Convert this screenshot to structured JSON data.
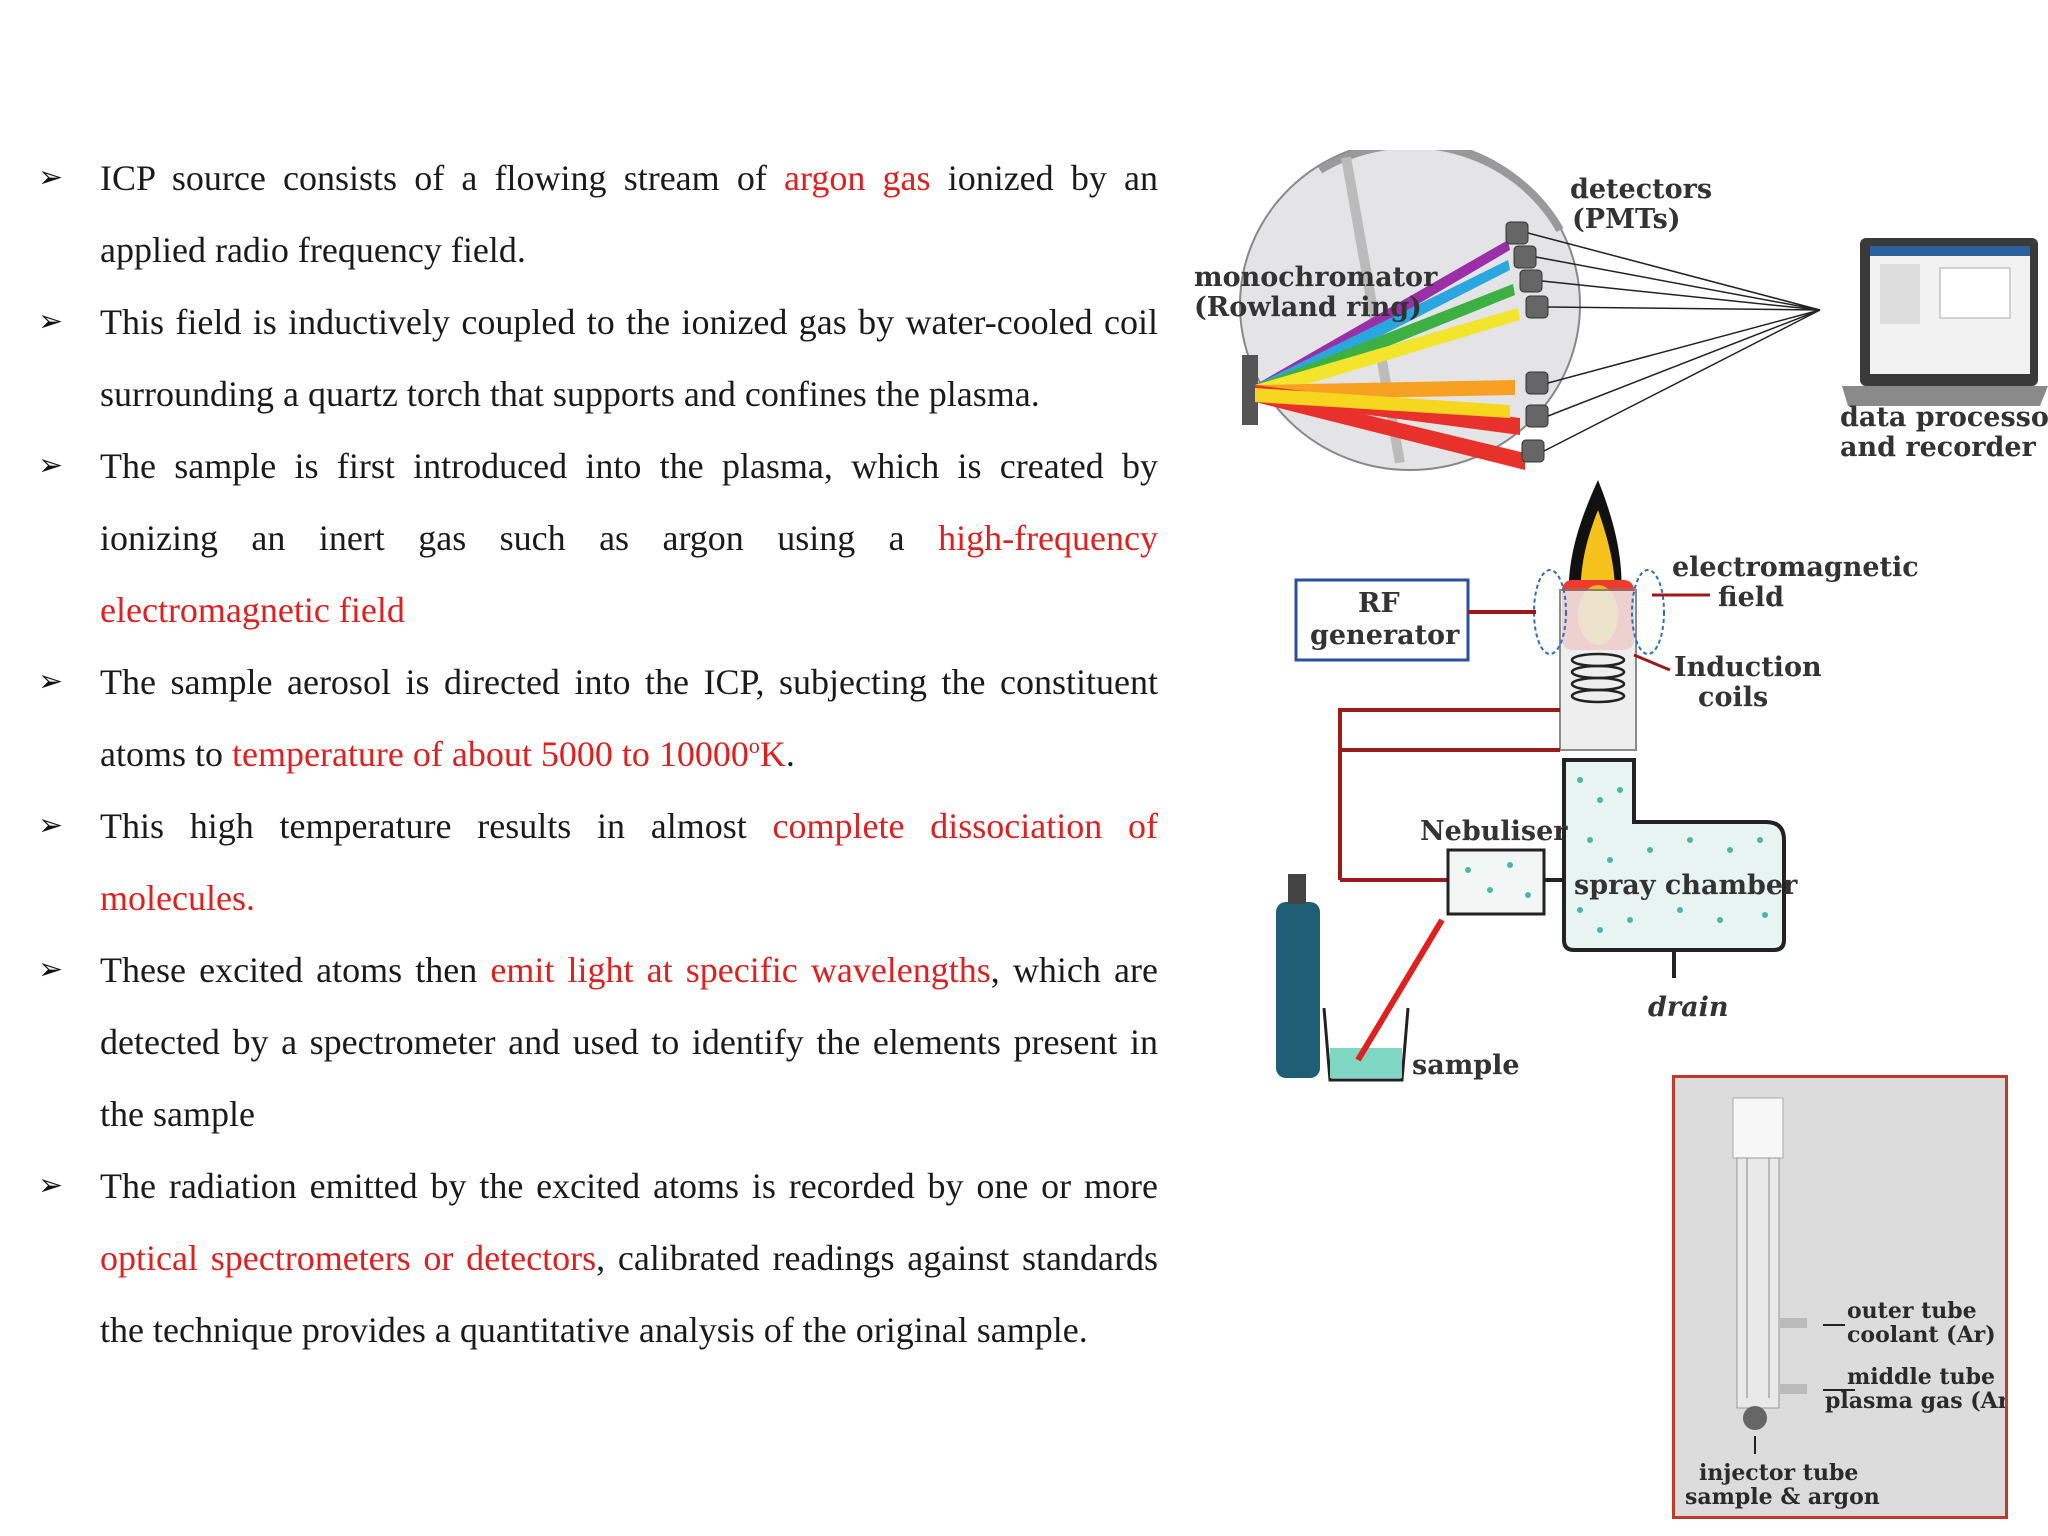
{
  "bullets": [
    {
      "segments": [
        {
          "text": "ICP source consists of a flowing stream of ",
          "red": false
        },
        {
          "text": "argon gas",
          "red": true
        },
        {
          "text": " ionized by an applied radio frequency field.",
          "red": false
        }
      ]
    },
    {
      "segments": [
        {
          "text": "This field is inductively coupled to the ionized gas by water-cooled coil surrounding a quartz torch that supports and confines the plasma.",
          "red": false
        }
      ]
    },
    {
      "segments": [
        {
          "text": "The sample is first introduced into the plasma, which is created by ionizing an inert gas such as argon using a ",
          "red": false
        },
        {
          "text": "high-frequency electromagnetic field",
          "red": true
        }
      ]
    },
    {
      "segments": [
        {
          "text": "The sample aerosol is directed into the ICP, subjecting the constituent atoms to ",
          "red": false
        },
        {
          "text": "temperature of about 5000 to 10000",
          "red": true
        },
        {
          "text": "o",
          "red": true,
          "sup": true
        },
        {
          "text": "K",
          "red": true
        },
        {
          "text": ".",
          "red": false
        }
      ]
    },
    {
      "segments": [
        {
          "text": "This high temperature results in almost ",
          "red": false
        },
        {
          "text": "complete dissociation of molecules.",
          "red": true
        }
      ]
    },
    {
      "segments": [
        {
          "text": "These excited atoms then ",
          "red": false
        },
        {
          "text": "emit light at specific wavelengths",
          "red": true
        },
        {
          "text": ", which are detected by a spectrometer and used to identify the elements present in the sample",
          "red": false
        }
      ]
    },
    {
      "segments": [
        {
          "text": "The radiation emitted by the excited atoms is recorded by one or more ",
          "red": false
        },
        {
          "text": "optical spectrometers or detectors",
          "red": true
        },
        {
          "text": ", calibrated readings against standards the technique provides a quantitative analysis of the original sample.",
          "red": false
        }
      ]
    }
  ],
  "diagram": {
    "detectors_line1": "detectors",
    "detectors_line2": "(PMTs)",
    "mono_line1": "monochromator",
    "mono_line2": "(Rowland ring)",
    "dp_line1": "data processor",
    "dp_line2": "and recorder",
    "em_line1": "electromagnetic",
    "em_line2": "field",
    "rf_line1": "RF",
    "rf_line2": "generator",
    "ind_line1": "Induction",
    "ind_line2": "coils",
    "nebuliser": "Nebuliser",
    "spray": "spray chamber",
    "drain": "drain",
    "sample": "sample"
  },
  "inset": {
    "outer1": "outer tube",
    "outer2": "coolant (Ar)",
    "middle1": "middle tube",
    "middle2": "plasma gas (Ar)",
    "inj1": "injector tube",
    "inj2": "sample & argon"
  },
  "colors": {
    "text": "#1a1a1a",
    "highlight": "#e0201f",
    "inset_border": "#c0392b"
  }
}
